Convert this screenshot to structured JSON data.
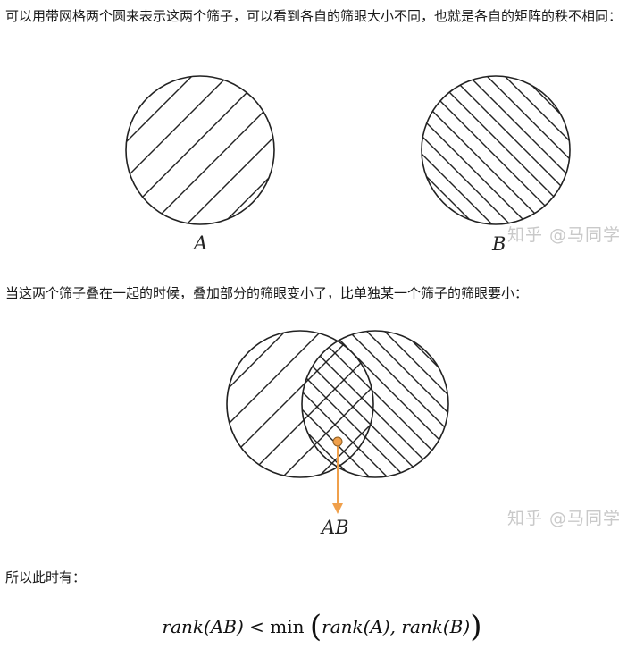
{
  "paragraphs": {
    "intro": "可以用带网格两个圆来表示这两个筛子，可以看到各自的筛眼大小不同，也就是各自的矩阵的秩不相同：",
    "overlap": "当这两个筛子叠在一起的时候，叠加部分的筛眼变小了，比单独某一个筛子的筛眼要小：",
    "conclusion": "所以此时有："
  },
  "figure1": {
    "label_a": "A",
    "label_b": "B",
    "watermark": "知乎 @马同学"
  },
  "figure2": {
    "label_ab": "AB",
    "watermark": "知乎 @马同学",
    "arrow_color": "#f0a04b"
  },
  "formula": {
    "lhs": "rank(AB)",
    "relation": "<",
    "operator": "min",
    "arg1": "rank(A),",
    "arg2": "rank(B)"
  }
}
